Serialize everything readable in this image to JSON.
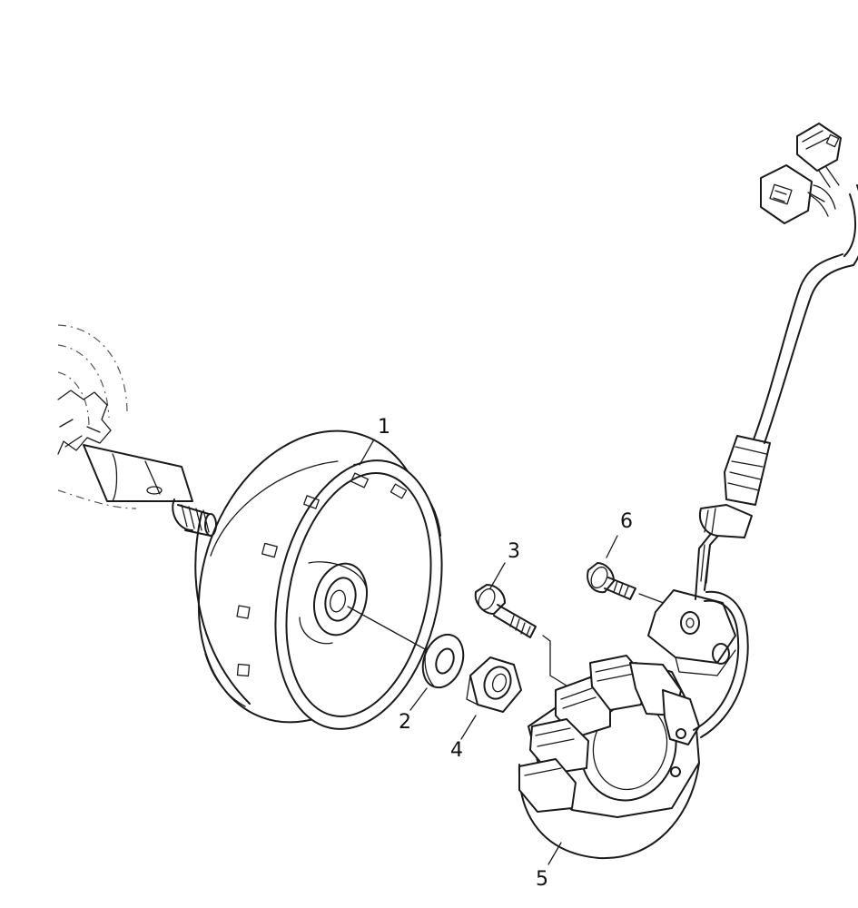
{
  "diagram": {
    "callouts": [
      {
        "label": "1",
        "part": "flywheel-rotor"
      },
      {
        "label": "2",
        "part": "washer"
      },
      {
        "label": "3",
        "part": "stator-bolt"
      },
      {
        "label": "4",
        "part": "flywheel-nut"
      },
      {
        "label": "5",
        "part": "stator"
      },
      {
        "label": "6",
        "part": "pickup-bolt"
      }
    ]
  }
}
